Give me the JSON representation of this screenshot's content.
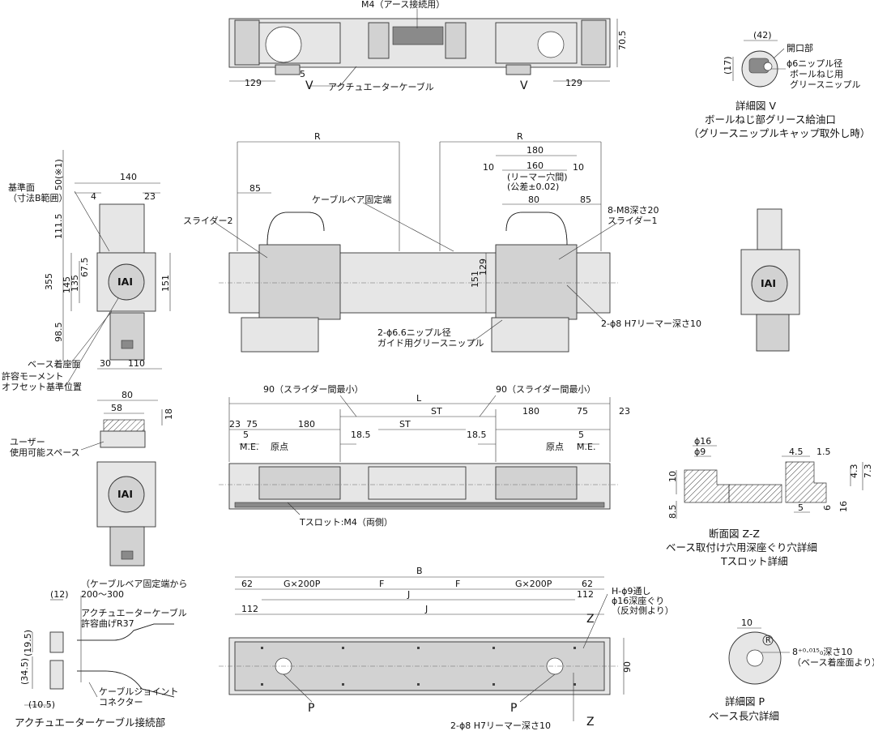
{
  "top_view": {
    "ground_label": "M4（アース接続用）",
    "dim_left": "129",
    "dim_right": "129",
    "dim_height": "70.5",
    "dim_five": "5",
    "view_marker_left": "V",
    "view_marker_right": "V",
    "cable_label": "アクチュエーターケーブル"
  },
  "detail_v": {
    "dim_width": "(42)",
    "dim_height": "(17)",
    "opening_label": "開口部",
    "nipple_label_1": "ϕ6ニップル径",
    "nipple_label_2": "ボールねじ用",
    "nipple_label_3": "グリースニップル",
    "caption_1": "詳細図 V",
    "caption_2": "ボールねじ部グリース給油口",
    "caption_3": "（グリースニップルキャップ取外し時）"
  },
  "side_view": {
    "ref_surface_1": "基準面",
    "ref_surface_2": "（寸法B範囲）",
    "dim_140": "140",
    "dim_4": "4",
    "dim_23": "23",
    "dim_50": "50(※1)",
    "dim_111_5": "111.5",
    "dim_355": "355",
    "dim_145": "145",
    "dim_135": "135",
    "dim_67_5": "67.5",
    "dim_98_5": "98.5",
    "dim_151": "151",
    "dim_30": "30",
    "dim_110": "110",
    "base_mount_label": "ベース着座面",
    "moment_label_1": "許容モーメント",
    "moment_label_2": "オフセット基準位置"
  },
  "front_view": {
    "dim_R_left": "R",
    "dim_R_right": "R",
    "dim_180": "180",
    "dim_10_left": "10",
    "dim_160": "160",
    "dim_10_right": "10",
    "reamer_label_1": "(リーマー穴間)",
    "reamer_label_2": "(公差±0.02)",
    "dim_85_left": "85",
    "dim_80": "80",
    "dim_85_right": "85",
    "cable_bear_label": "ケーブルベア固定端",
    "slider2_label": "スライダー2",
    "slider1_label": "スライダー1",
    "m8_label": "8-M8深さ20",
    "dim_151": "151",
    "dim_129": "129",
    "guide_nipple_1": "2-ϕ6.6ニップル径",
    "guide_nipple_2": "ガイド用グリースニップル",
    "reamer_hole": "2-ϕ8 H7リーマー深さ10"
  },
  "cross_view": {
    "dim_80": "80",
    "dim_58": "58",
    "dim_18": "18",
    "user_space_1": "ユーザー",
    "user_space_2": "使用可能スペース"
  },
  "plan_view": {
    "dim_90_left": "90（スライダー間最小）",
    "dim_90_right": "90（スライダー間最小）",
    "dim_L": "L",
    "dim_ST_1": "ST",
    "dim_ST_2": "ST",
    "dim_23_left": "23",
    "dim_75_left": "75",
    "dim_180_left": "180",
    "dim_180_right": "180",
    "dim_75_right": "75",
    "dim_23_right": "23",
    "dim_5_left": "5",
    "dim_18_5_left": "18.5",
    "dim_18_5_right": "18.5",
    "dim_5_right": "5",
    "me_left": "M.E.",
    "origin_left": "原点",
    "origin_right": "原点",
    "me_right": "M.E.",
    "tslot_label": "Tスロット:M4（両側）"
  },
  "section_zz": {
    "dim_16": "ϕ16",
    "dim_9": "ϕ9",
    "dim_4_5": "4.5",
    "dim_1_5": "1.5",
    "dim_10": "10",
    "dim_8_5": "8.5",
    "dim_4_3": "4.3",
    "dim_7_3": "7.3",
    "dim_5": "5",
    "dim_6": "6",
    "dim_16b": "16",
    "caption_1": "断面図 Z-Z",
    "caption_2": "ベース取付け穴用深座ぐり穴詳細",
    "caption_3": "Tスロット詳細"
  },
  "base_view": {
    "dim_B": "B",
    "dim_62_left": "62",
    "dim_G_left": "G×200P",
    "dim_F_left": "F",
    "dim_F_right": "F",
    "dim_G_right": "G×200P",
    "dim_62_right": "62",
    "dim_112_left": "112",
    "dim_J_1": "J",
    "dim_J_2": "J",
    "dim_112_right": "112",
    "hole_label_1": "H-ϕ9通し",
    "hole_label_2": "ϕ16深座ぐり",
    "hole_label_3": "（反対側より）",
    "dim_90": "90",
    "marker_P_left": "P",
    "marker_P_right": "P",
    "marker_Z_top": "Z",
    "marker_Z_bottom": "Z",
    "reamer_hole": "2-ϕ8 H7リーマー深さ10"
  },
  "cable_connect": {
    "dim_12": "(12)",
    "bear_note_1": "（ケーブルベア固定端から",
    "bear_note_2": "200〜300",
    "cable_label_1": "アクチュエーターケーブル",
    "cable_label_2": "許容曲げR37",
    "dim_19_5": "(19.5)",
    "dim_34_5": "(34.5)",
    "dim_10_5": "(10.5)",
    "joint_label_1": "ケーブルジョイント",
    "joint_label_2": "コネクター",
    "caption": "アクチュエーターケーブル接続部"
  },
  "detail_p": {
    "dim_10": "10",
    "dim_r": "R",
    "hole_label_1": "8⁺⁰·⁰¹⁵₀深さ10",
    "hole_label_2": "（ベース着座面より）",
    "caption_1": "詳細図 P",
    "caption_2": "ベース長穴詳細"
  }
}
